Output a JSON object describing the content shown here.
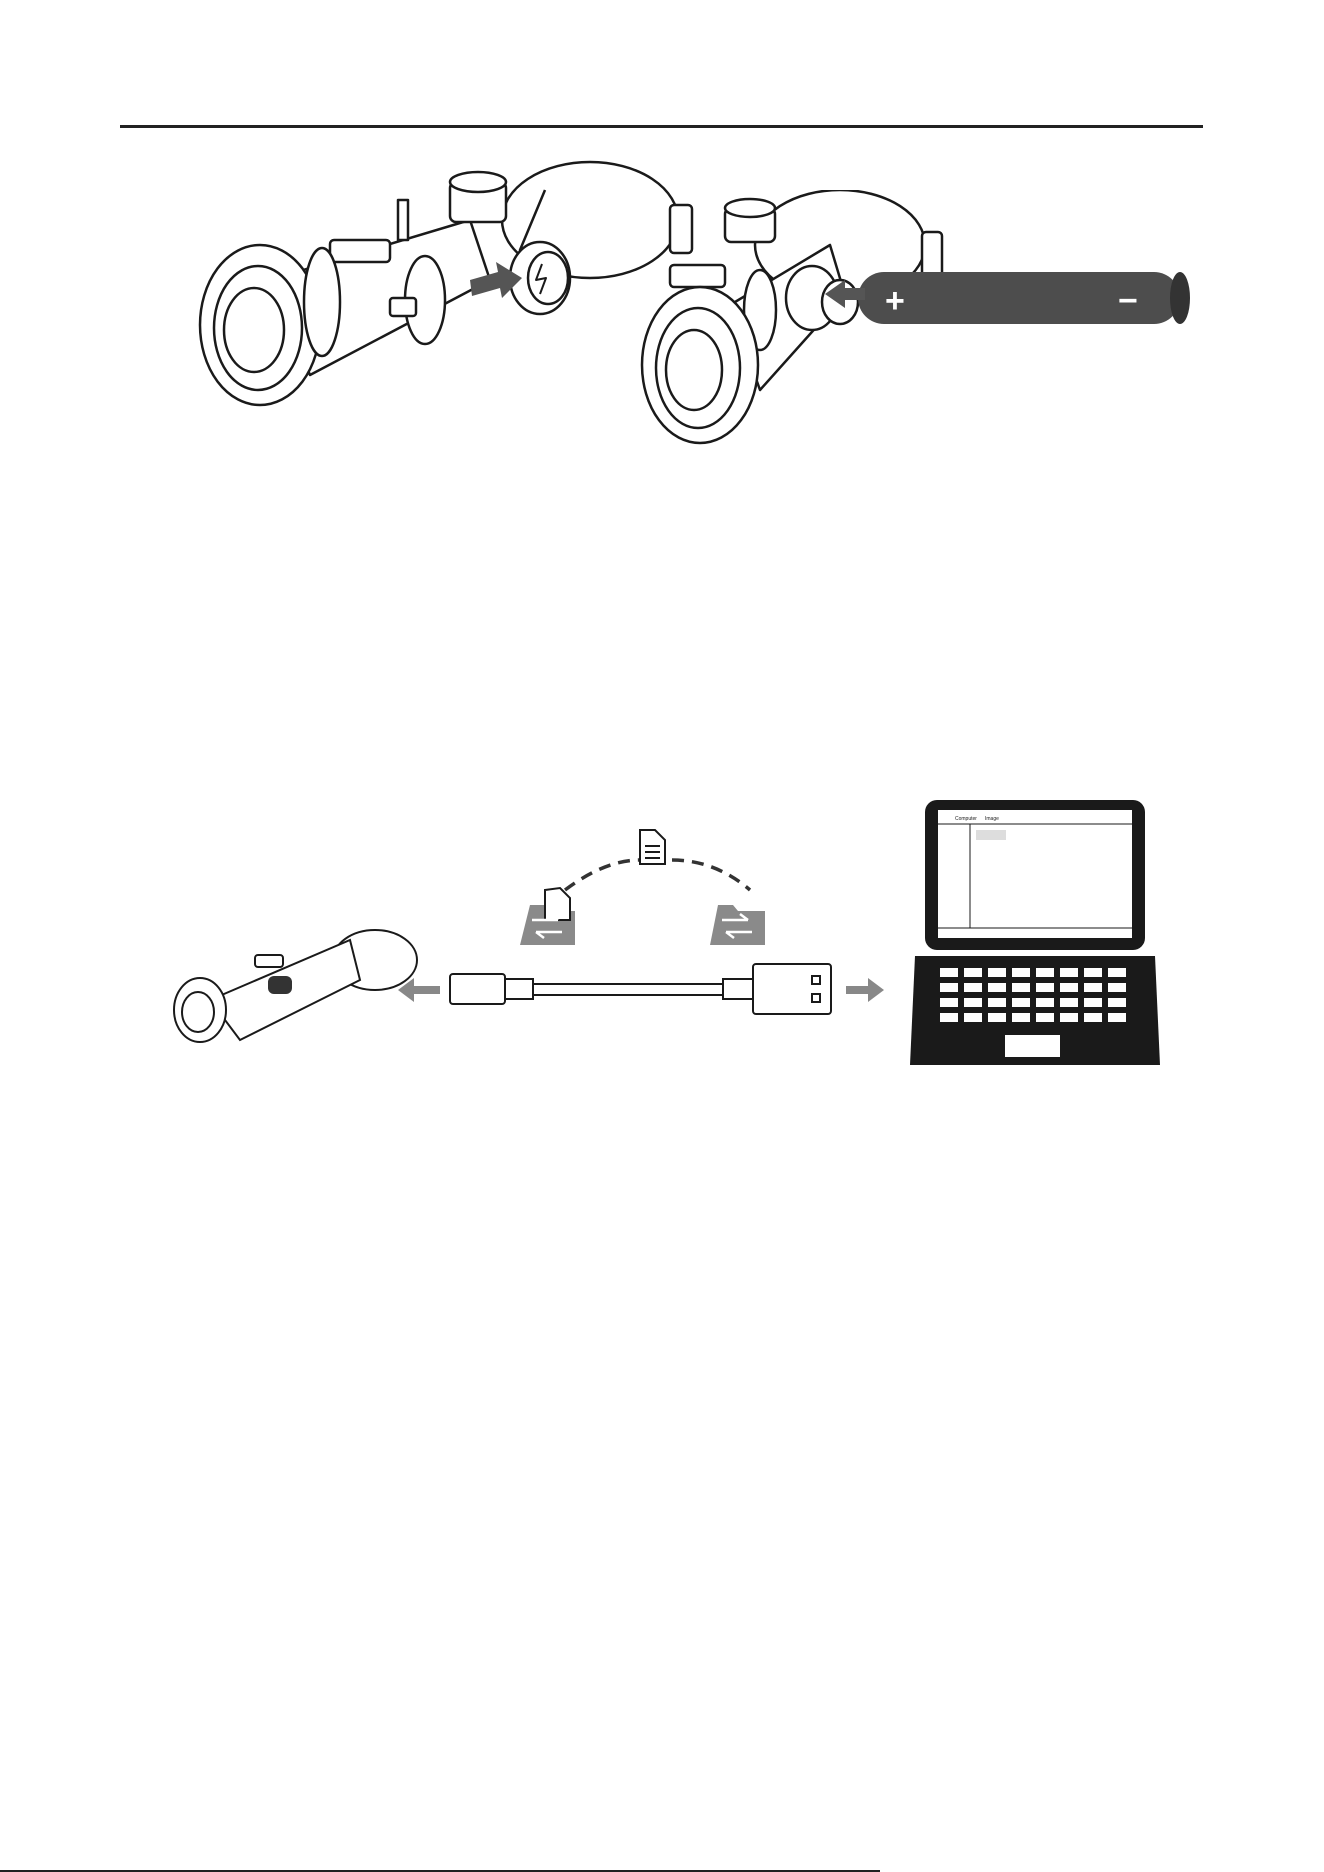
{
  "figures": {
    "scope_open_cap": {
      "label": "Open battery cap"
    },
    "scope_insert_battery": {
      "label": "Insert battery"
    },
    "battery": {
      "plus_symbol": "+",
      "minus_symbol": "−"
    },
    "usb_transfer": {
      "laptop_breadcrumb": [
        "Computer",
        "Image"
      ],
      "icons": [
        "document-icon",
        "folder-transfer-icon",
        "usb-c-connector",
        "usb-a-connector",
        "laptop-icon"
      ]
    }
  },
  "colors": {
    "line": "#1a1a1a",
    "gray_arrow": "#555555",
    "battery": "#4d4d4d",
    "folder": "#8a8a8a"
  }
}
